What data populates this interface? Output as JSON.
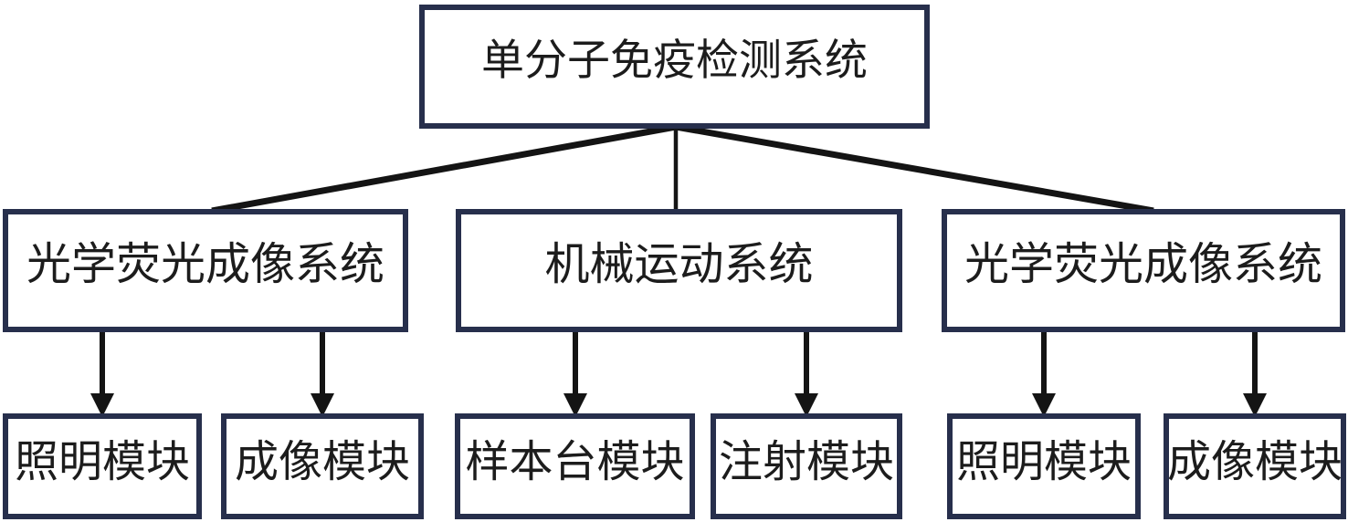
{
  "diagram": {
    "type": "hierarchy-flowchart",
    "root": {
      "id": "root",
      "label": "单分子免疫检测系统"
    },
    "level2": [
      {
        "id": "optical-imaging-left",
        "label": "光学荧光成像系统"
      },
      {
        "id": "mechanical-motion",
        "label": "机械运动系统"
      },
      {
        "id": "optical-imaging-right",
        "label": "光学荧光成像系统"
      }
    ],
    "level3": [
      {
        "id": "illumination-module-left",
        "label": "照明模块",
        "parent": "optical-imaging-left"
      },
      {
        "id": "imaging-module-left",
        "label": "成像模块",
        "parent": "optical-imaging-left"
      },
      {
        "id": "sample-stage-module",
        "label": "样本台模块",
        "parent": "mechanical-motion"
      },
      {
        "id": "injection-module",
        "label": "注射模块",
        "parent": "mechanical-motion"
      },
      {
        "id": "illumination-module-right",
        "label": "照明模块",
        "parent": "optical-imaging-right"
      },
      {
        "id": "imaging-module-right",
        "label": "成像模块",
        "parent": "optical-imaging-right"
      }
    ],
    "edges": [
      {
        "from": "root",
        "to": "optical-imaging-left",
        "arrowhead": false
      },
      {
        "from": "root",
        "to": "mechanical-motion",
        "arrowhead": false
      },
      {
        "from": "root",
        "to": "optical-imaging-right",
        "arrowhead": false
      },
      {
        "from": "optical-imaging-left",
        "to": "illumination-module-left",
        "arrowhead": true
      },
      {
        "from": "optical-imaging-left",
        "to": "imaging-module-left",
        "arrowhead": true
      },
      {
        "from": "mechanical-motion",
        "to": "sample-stage-module",
        "arrowhead": true
      },
      {
        "from": "mechanical-motion",
        "to": "injection-module",
        "arrowhead": true
      },
      {
        "from": "optical-imaging-right",
        "to": "illumination-module-right",
        "arrowhead": true
      },
      {
        "from": "optical-imaging-right",
        "to": "imaging-module-right",
        "arrowhead": true
      }
    ],
    "colors": {
      "box_border": "#272f4c",
      "connector": "#141414",
      "text": "#1c1c1c",
      "background": "#ffffff"
    }
  }
}
